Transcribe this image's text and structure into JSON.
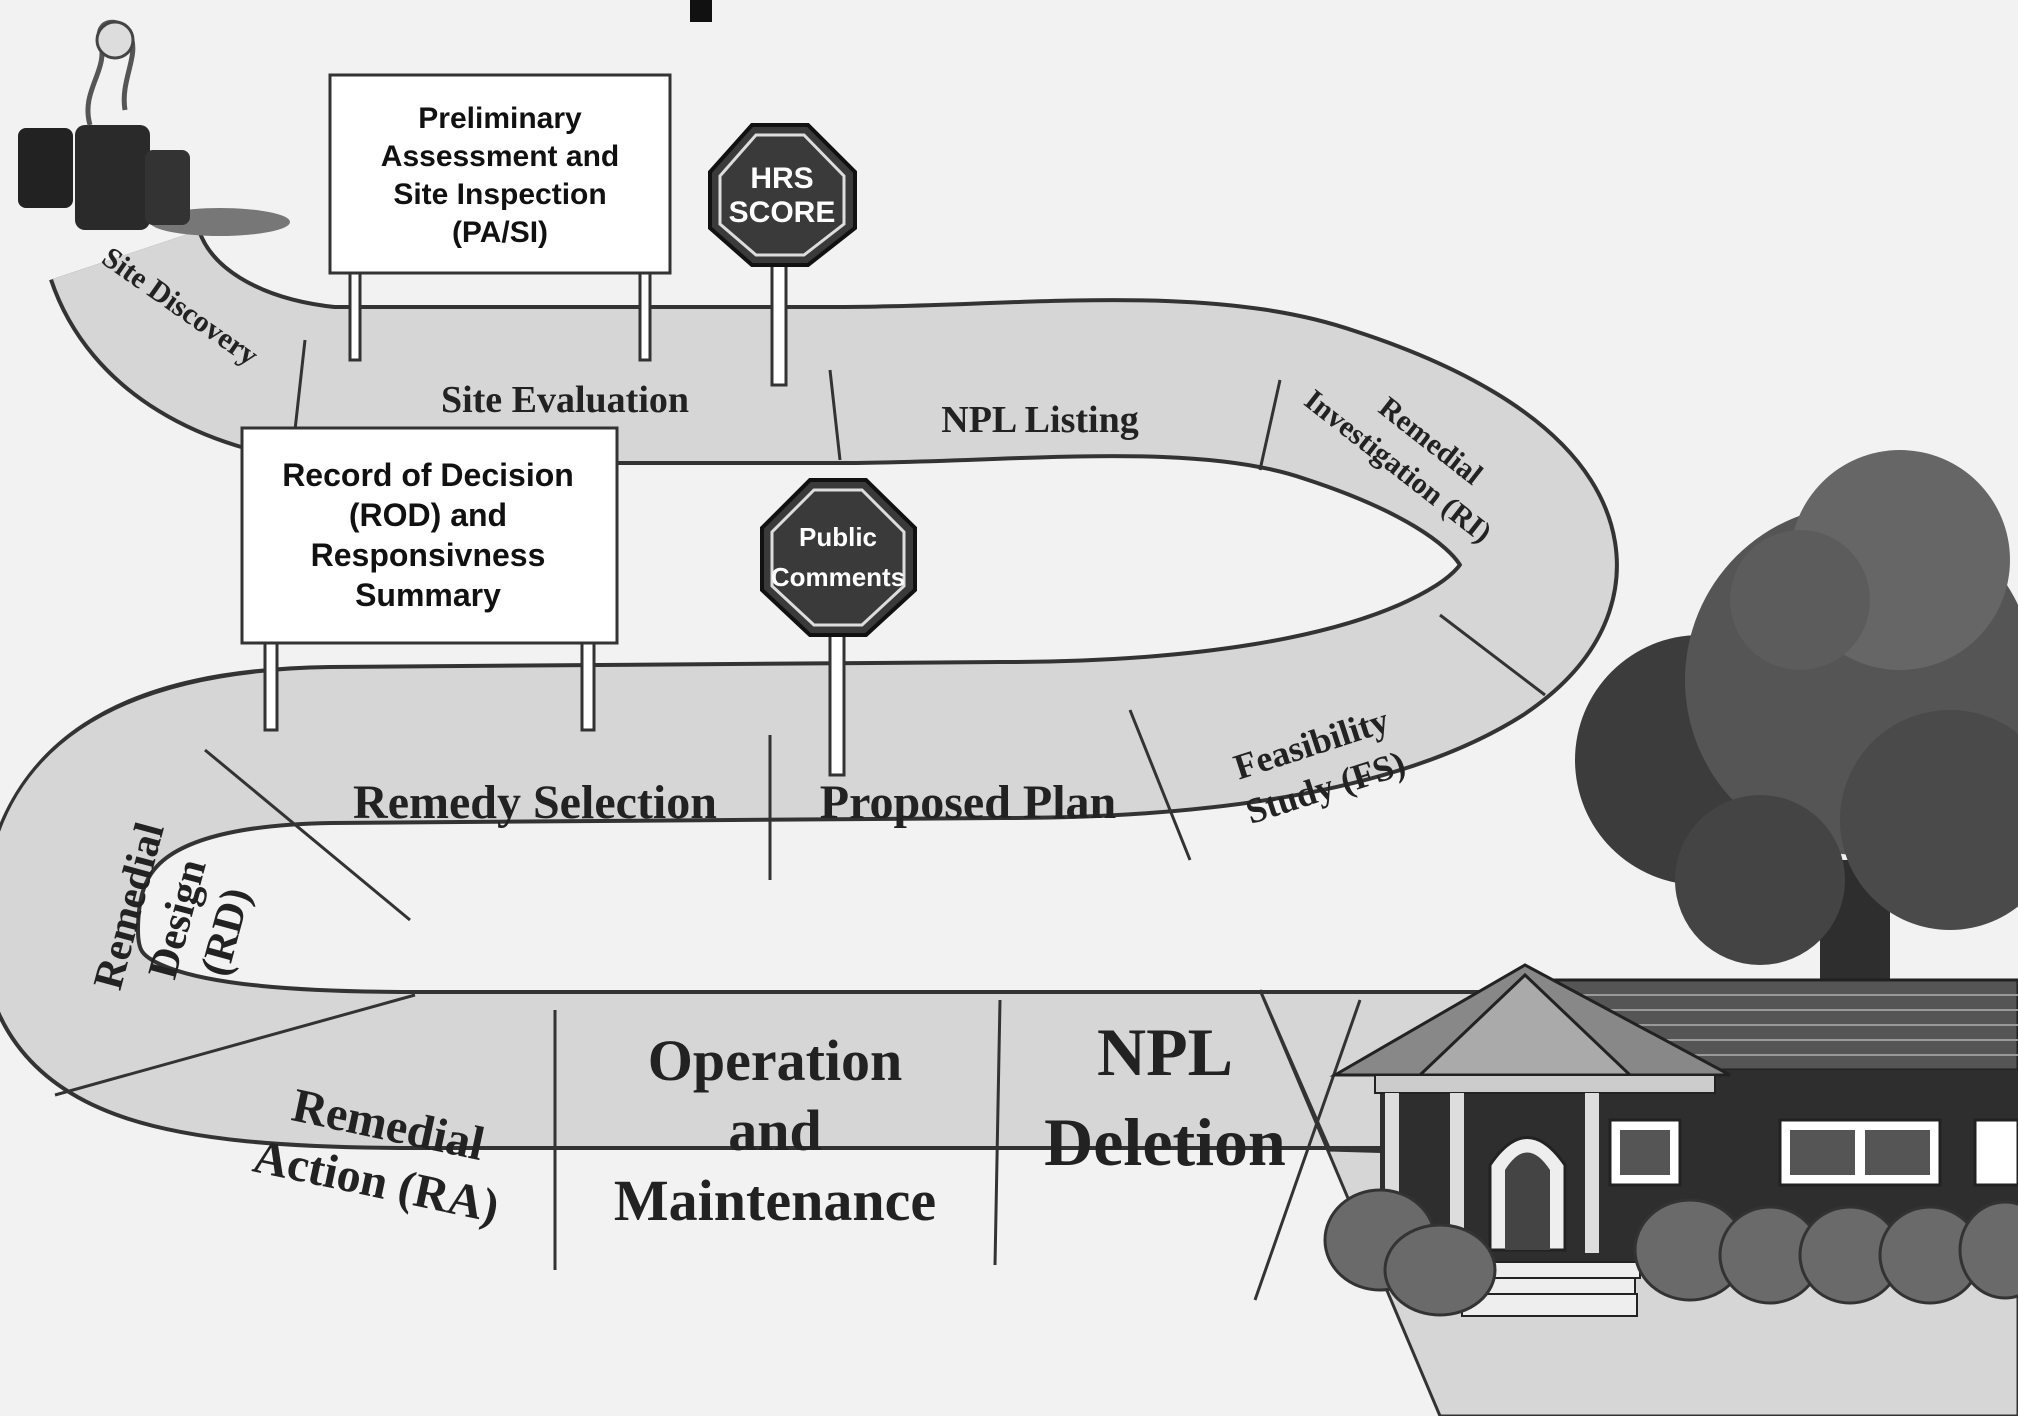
{
  "road_segments": {
    "site_discovery": "Site Discovery",
    "site_evaluation": "Site Evaluation",
    "npl_listing": "NPL Listing",
    "remedial_investigation": [
      "Remedial",
      "Investigation (RI)"
    ],
    "feasibility_study": [
      "Feasibility",
      "Study (FS)"
    ],
    "proposed_plan": "Proposed Plan",
    "remedy_selection": "Remedy Selection",
    "remedial_design": [
      "Remedial",
      "Design",
      "(RD)"
    ],
    "remedial_action": [
      "Remedial",
      "Action (RA)"
    ],
    "operation_maintenance": [
      "Operation",
      "and",
      "Maintenance"
    ],
    "npl_deletion": [
      "NPL",
      "Deletion"
    ]
  },
  "billboards": {
    "pa_si": [
      "Preliminary",
      "Assessment and",
      "Site Inspection",
      "(PA/SI)"
    ],
    "rod": [
      "Record of Decision",
      "(ROD) and",
      "Responsivness",
      "Summary"
    ]
  },
  "stop_signs": {
    "hrs": [
      "HRS",
      "SCORE"
    ],
    "public": [
      "Public",
      "Comments"
    ]
  },
  "colors": {
    "road": "#d6d6d6",
    "road_edge": "#333333",
    "background": "#f2f2f2",
    "sign_dark": "#3a3a3a",
    "tree": "#4a4a4a",
    "house": "#2e2e2e"
  }
}
